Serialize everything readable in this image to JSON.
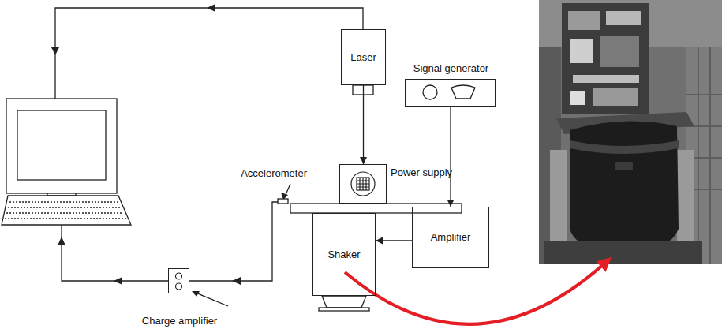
{
  "diagram": {
    "nodes": [
      {
        "text": [
          "Laser"
        ]
      },
      {
        "text": [
          "Signal generator"
        ]
      },
      {
        "text": [
          "Power supply"
        ]
      },
      {
        "text": [
          "Shaker"
        ]
      },
      {
        "text": [
          "Amplifier"
        ]
      },
      {
        "text": [
          "Charge amplifier"
        ]
      }
    ],
    "edges": [
      {
        "from": 0,
        "to": 2,
        "arrow": "to"
      },
      {
        "from": 1,
        "to": 4,
        "arrow": "to"
      },
      {
        "from": 4,
        "to": 3,
        "arrow": "to"
      }
    ],
    "labels": [
      "Accelerometer"
    ]
  }
}
